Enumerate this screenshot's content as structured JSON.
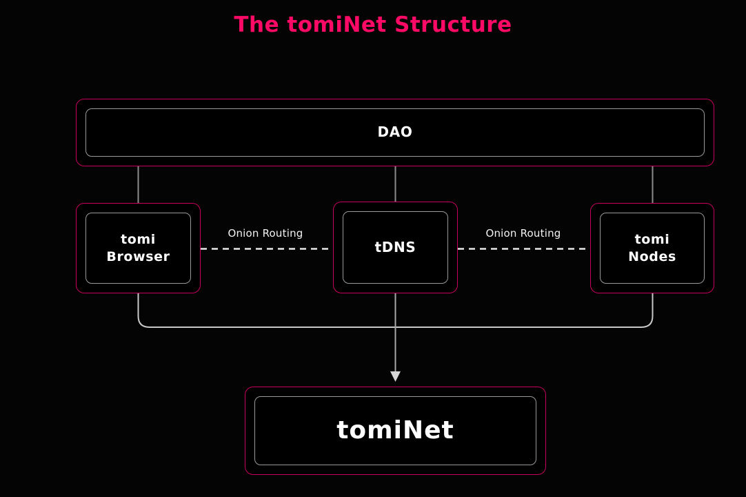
{
  "page": {
    "title": "The tomiNet Structure",
    "background_color": "#000000",
    "accent_color": "#C8005F",
    "title_color": "#FC0A66",
    "node_inner_border_color": "#9A9A9A",
    "connector_color": "#BFBFBF",
    "text_color": "#FFFFFF"
  },
  "nodes": {
    "dao": {
      "label": "DAO"
    },
    "browser": {
      "label": "tomi\nBrowser"
    },
    "tdns": {
      "label": "tDNS"
    },
    "tomi_nodes": {
      "label": "tomi\nNodes"
    },
    "tominet": {
      "label": "tomiNet"
    }
  },
  "edges": {
    "onion_routing_left": {
      "label": "Onion Routing",
      "style": "dashed"
    },
    "onion_routing_right": {
      "label": "Onion Routing",
      "style": "dashed"
    },
    "dao_to_browser": {
      "label": "",
      "style": "solid"
    },
    "dao_to_tdns": {
      "label": "",
      "style": "solid"
    },
    "dao_to_nodes": {
      "label": "",
      "style": "solid"
    },
    "browser_to_tominet": {
      "label": "",
      "style": "solid"
    },
    "tdns_to_tominet": {
      "label": "",
      "style": "solid-arrow"
    },
    "nodes_to_tominet": {
      "label": "",
      "style": "solid"
    }
  },
  "chart_data": {
    "type": "diagram",
    "title": "The tomiNet Structure",
    "diagram_kind": "block-flow",
    "layers": [
      {
        "level": 0,
        "nodes": [
          "DAO"
        ]
      },
      {
        "level": 1,
        "nodes": [
          "tomi Browser",
          "tDNS",
          "tomi Nodes"
        ]
      },
      {
        "level": 2,
        "nodes": [
          "tomiNet"
        ]
      }
    ],
    "connections": [
      {
        "from": "DAO",
        "to": "tomi Browser",
        "style": "solid",
        "label": ""
      },
      {
        "from": "DAO",
        "to": "tDNS",
        "style": "solid",
        "label": ""
      },
      {
        "from": "DAO",
        "to": "tomi Nodes",
        "style": "solid",
        "label": ""
      },
      {
        "from": "tomi Browser",
        "to": "tDNS",
        "style": "dashed",
        "label": "Onion Routing"
      },
      {
        "from": "tDNS",
        "to": "tomi Nodes",
        "style": "dashed",
        "label": "Onion Routing"
      },
      {
        "from": "tomi Browser",
        "to": "tomiNet",
        "style": "solid",
        "label": ""
      },
      {
        "from": "tDNS",
        "to": "tomiNet",
        "style": "solid",
        "label": "",
        "arrow": true
      },
      {
        "from": "tomi Nodes",
        "to": "tomiNet",
        "style": "solid",
        "label": ""
      }
    ]
  }
}
